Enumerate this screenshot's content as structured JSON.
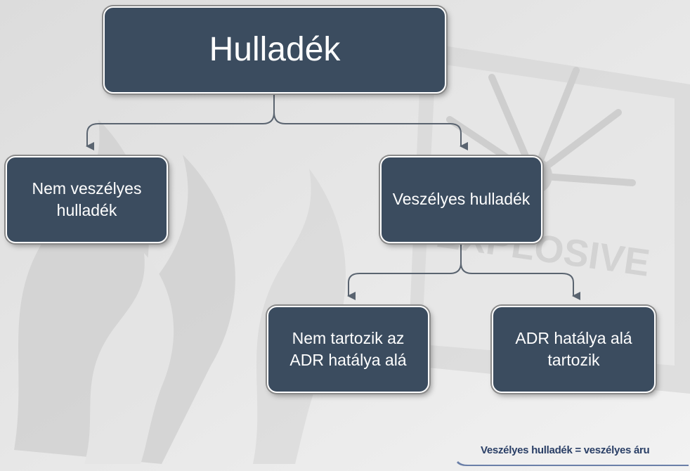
{
  "diagram": {
    "root": {
      "label": "Hulladék"
    },
    "non_hazardous": {
      "label": "Nem veszélyes hulladék"
    },
    "hazardous": {
      "label": "Veszélyes hulladék"
    },
    "not_adr": {
      "label": "Nem tartozik az ADR hatálya alá"
    },
    "adr": {
      "label": "ADR hatálya alá tartozik"
    }
  },
  "footer": {
    "text": "Veszélyes hulladék = veszélyes áru"
  },
  "colors": {
    "node_fill": "#3b4c5f",
    "node_text": "#ffffff",
    "connector": "#5a6470",
    "footer_text": "#2a3f66",
    "background": "#e9e9e9"
  },
  "background_watermarks": [
    "flame-watermark",
    "explosive-label-watermark"
  ],
  "background_watermark_text": "EXPLOSIVE"
}
